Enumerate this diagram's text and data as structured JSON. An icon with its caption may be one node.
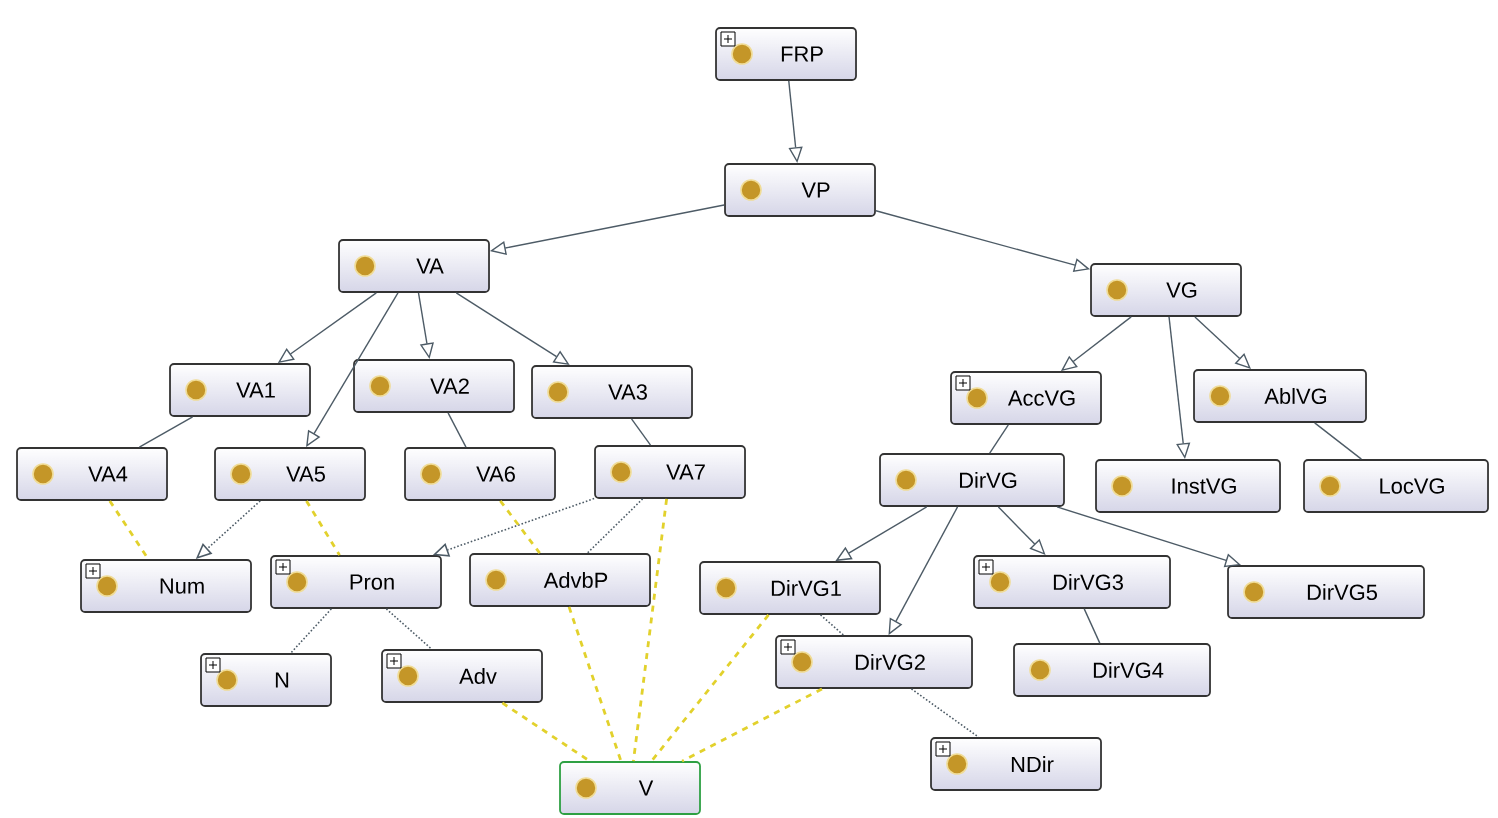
{
  "diagram": {
    "nodes": [
      {
        "text": [
          "FRP"
        ]
      },
      {
        "text": [
          "VP"
        ]
      },
      {
        "text": [
          "VA"
        ]
      },
      {
        "text": [
          "VG"
        ]
      },
      {
        "text": [
          "VA1"
        ]
      },
      {
        "text": [
          "VA2"
        ]
      },
      {
        "text": [
          "VA3"
        ]
      },
      {
        "text": [
          "AccVG"
        ]
      },
      {
        "text": [
          "AblVG"
        ]
      },
      {
        "text": [
          "VA4"
        ]
      },
      {
        "text": [
          "VA5"
        ]
      },
      {
        "text": [
          "VA6"
        ]
      },
      {
        "text": [
          "VA7"
        ]
      },
      {
        "text": [
          "DirVG"
        ]
      },
      {
        "text": [
          "InstVG"
        ]
      },
      {
        "text": [
          "LocVG"
        ]
      },
      {
        "text": [
          "Num"
        ]
      },
      {
        "text": [
          "Pron"
        ]
      },
      {
        "text": [
          "AdvbP"
        ]
      },
      {
        "text": [
          "DirVG1"
        ]
      },
      {
        "text": [
          "DirVG3"
        ]
      },
      {
        "text": [
          "DirVG5"
        ]
      },
      {
        "text": [
          "N"
        ]
      },
      {
        "text": [
          "Adv"
        ]
      },
      {
        "text": [
          "DirVG2"
        ]
      },
      {
        "text": [
          "DirVG4"
        ]
      },
      {
        "text": [
          "NDir"
        ]
      },
      {
        "text": [
          "V"
        ]
      }
    ],
    "edges": [
      {
        "from": 0,
        "to": 1,
        "arrow": "to"
      },
      {
        "from": 1,
        "to": 2,
        "arrow": "to"
      },
      {
        "from": 1,
        "to": 3,
        "arrow": "to"
      },
      {
        "from": 2,
        "to": 4,
        "arrow": "to"
      },
      {
        "from": 2,
        "to": 5,
        "arrow": "to"
      },
      {
        "from": 2,
        "to": 6,
        "arrow": "to"
      },
      {
        "from": 2,
        "to": 10,
        "arrow": "to"
      },
      {
        "from": 4,
        "to": 9,
        "arrow": "none"
      },
      {
        "from": 5,
        "to": 11,
        "arrow": "none"
      },
      {
        "from": 6,
        "to": 12,
        "arrow": "none"
      },
      {
        "from": 3,
        "to": 7,
        "arrow": "to"
      },
      {
        "from": 3,
        "to": 14,
        "arrow": "to"
      },
      {
        "from": 3,
        "to": 8,
        "arrow": "to"
      },
      {
        "from": 8,
        "to": 15,
        "arrow": "none"
      },
      {
        "from": 7,
        "to": 13,
        "arrow": "none"
      },
      {
        "from": 13,
        "to": 19,
        "arrow": "to"
      },
      {
        "from": 13,
        "to": 24,
        "arrow": "to"
      },
      {
        "from": 13,
        "to": 20,
        "arrow": "to"
      },
      {
        "from": 13,
        "to": 21,
        "arrow": "to"
      },
      {
        "from": 20,
        "to": 25,
        "arrow": "none"
      },
      {
        "from": 10,
        "to": 16,
        "arrow": "to",
        "style": "dashed"
      },
      {
        "from": 12,
        "to": 17,
        "arrow": "to",
        "style": "dashed"
      },
      {
        "from": 12,
        "to": 18,
        "arrow": "none",
        "style": "dashed"
      },
      {
        "from": 17,
        "to": 22,
        "arrow": "none",
        "style": "dashed"
      },
      {
        "from": 17,
        "to": 23,
        "arrow": "none",
        "style": "dashed"
      },
      {
        "from": 19,
        "to": 24,
        "arrow": "none",
        "style": "dashed"
      },
      {
        "from": 24,
        "to": 26,
        "arrow": "none",
        "style": "dashed"
      },
      {
        "from": 9,
        "to": 16,
        "arrow": "none",
        "style": "dashed",
        "color": "#e2d12c"
      },
      {
        "from": 10,
        "to": 17,
        "arrow": "none",
        "style": "dashed",
        "color": "#e2d12c"
      },
      {
        "from": 11,
        "to": 18,
        "arrow": "none",
        "style": "dashed",
        "color": "#e2d12c"
      },
      {
        "from": 23,
        "to": 27,
        "arrow": "none",
        "style": "dashed",
        "color": "#e2d12c"
      },
      {
        "from": 18,
        "to": 27,
        "arrow": "none",
        "style": "dashed",
        "color": "#e2d12c"
      },
      {
        "from": 12,
        "to": 27,
        "arrow": "none",
        "style": "dashed",
        "color": "#e2d12c"
      },
      {
        "from": 19,
        "to": 27,
        "arrow": "none",
        "style": "dashed",
        "color": "#e2d12c"
      },
      {
        "from": 24,
        "to": 27,
        "arrow": "none",
        "style": "dashed",
        "color": "#e2d12c"
      }
    ]
  }
}
